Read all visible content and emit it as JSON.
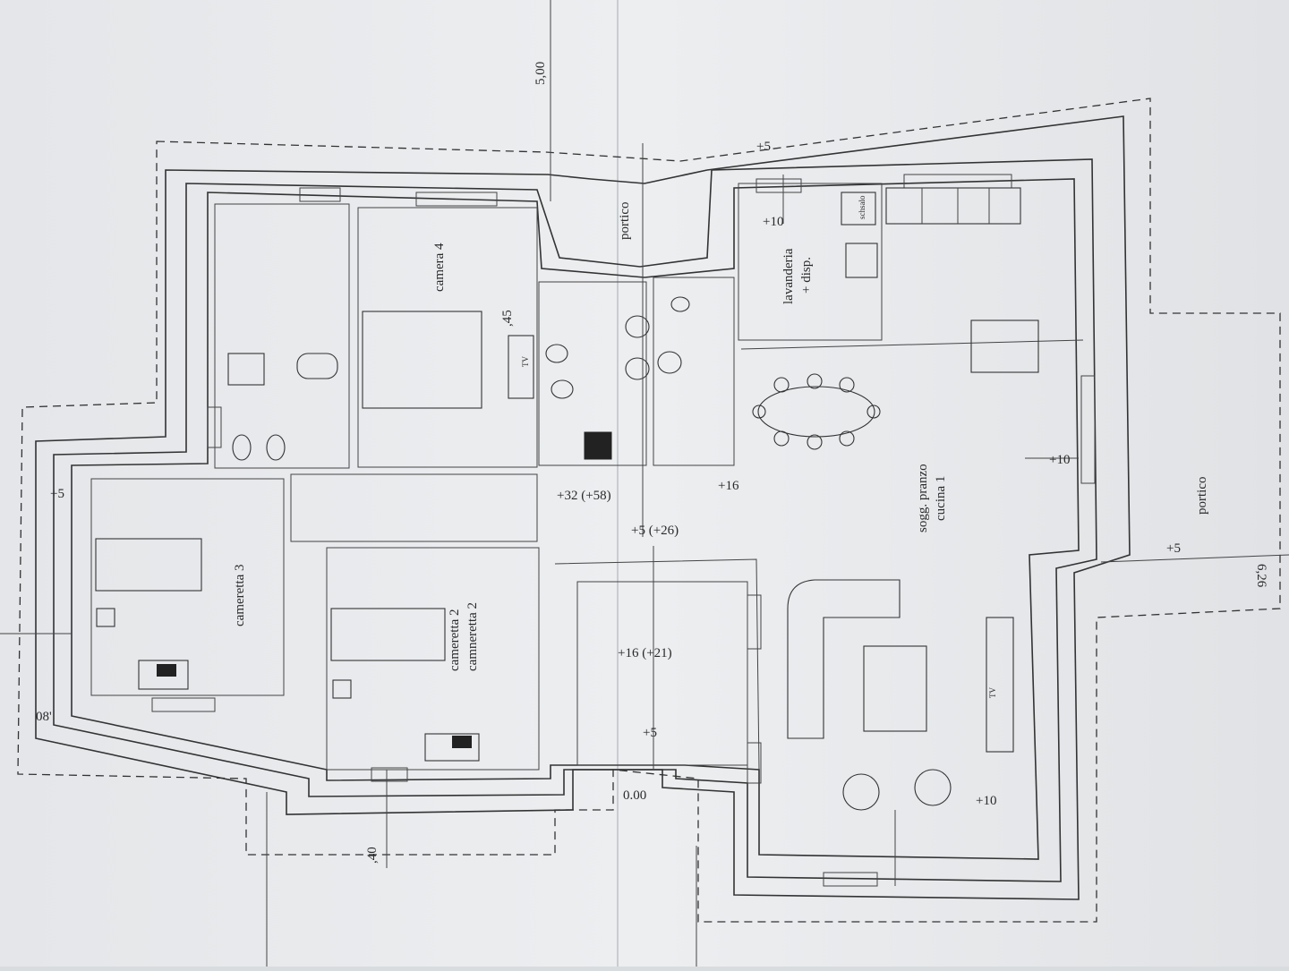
{
  "colors": {
    "paper": "#e9ebee",
    "line": "#333333"
  },
  "dimensions": {
    "top": "5,00",
    "left": "08'",
    "bottom": ",40",
    "right": "6,26",
    "bath": ",45"
  },
  "rooms": {
    "camera4": "camera 4",
    "cameretta3": "cameretta 3",
    "cameretta2a": "cameretta 2",
    "cameretta2b": "camneretta 2",
    "lavanderia1": "lavanderia",
    "lavanderia2": "+ disp.",
    "soggiorno1": "sogg. pranzo",
    "soggiorno2": "cucina 1",
    "portico_top": "portico",
    "portico_right": "portico"
  },
  "levels": {
    "top": "+5",
    "lavanderia": "+10",
    "left": "+5",
    "corridor1": "+32 (+58)",
    "corridor2": "+16",
    "corridor3": "+5 (+26)",
    "soggiorno": "+10",
    "right": "+5",
    "garage": "+16 (+21)",
    "front": "+5",
    "entrance": "0.00",
    "living_bottom": "+10"
  },
  "symbols": {
    "tv1": "TV",
    "tv2": "TV",
    "washer": "schsalo"
  }
}
